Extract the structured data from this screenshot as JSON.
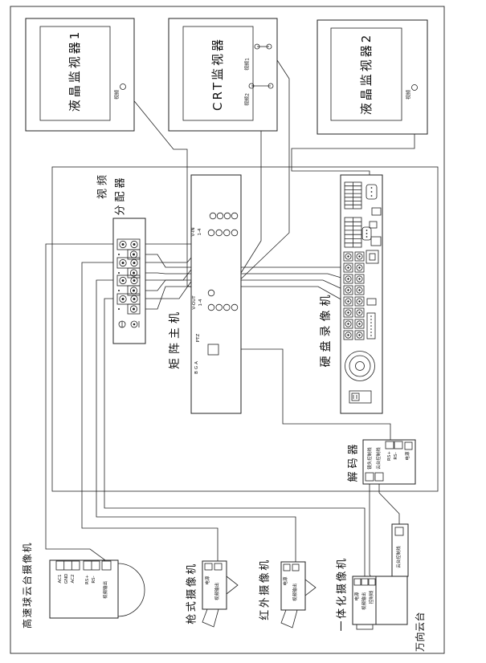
{
  "monitors": {
    "lcd1": {
      "name": "液晶监视器1",
      "port": "视频"
    },
    "crt": {
      "name": "CRT监视器",
      "port1": "视频1",
      "port2": "视频2"
    },
    "lcd2": {
      "name": "液晶监视器2",
      "port": "视频"
    }
  },
  "distributor": {
    "name_line1": "视频",
    "name_line2": "分配器"
  },
  "matrix": {
    "name": "矩阵主机",
    "vin_label": "V-IN",
    "vin_range": "1-4",
    "vout_label": "V-OUT",
    "vout_range": "1-4",
    "ptz_label": "PTZ",
    "rs_a": "A",
    "rs_g": "G",
    "rs_b": "B"
  },
  "dvr": {
    "name": "硬盘录像机"
  },
  "decoder": {
    "name": "解码器",
    "lens_ctrl": "镜头控制线",
    "pan_ctrl": "云台控制线",
    "rs_plus": "RS+",
    "rs_minus": "RS-",
    "power": "电源"
  },
  "ball_camera": {
    "name": "高速球云台摄像机",
    "ac1": "AC1",
    "gnd": "GND",
    "ac2": "AC2",
    "rs_plus": "RS+",
    "rs_minus": "RS-",
    "video_out": "视频输出"
  },
  "gun_camera": {
    "name": "枪式摄像机",
    "power": "电源",
    "video_out": "视频输出"
  },
  "ir_camera": {
    "name": "红外摄像机",
    "power": "电源",
    "video_out": "视频输出"
  },
  "integrated_camera": {
    "name": "一体化摄像机",
    "power": "电源",
    "video_out": "视频输出",
    "ctrl": "控制线"
  },
  "gimbal": {
    "name": "万向云台",
    "ctrl": "云台控制线"
  }
}
